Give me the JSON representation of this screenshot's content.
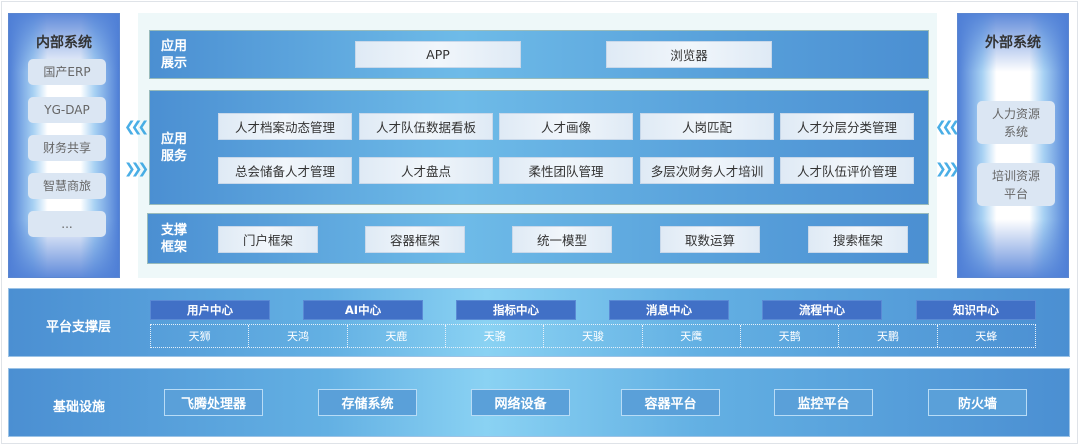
{
  "internal": {
    "title": "内部系统",
    "items": [
      "国产ERP",
      "YG-DAP",
      "财务共享",
      "智慧商旅",
      "..."
    ]
  },
  "external": {
    "title": "外部系统",
    "items": [
      "人力资源系统",
      "培训资源平台"
    ]
  },
  "app_display": {
    "label": "应用展示",
    "items": [
      "APP",
      "浏览器"
    ]
  },
  "app_service": {
    "label": "应用服务",
    "items": [
      "人才档案动态管理",
      "人才队伍数据看板",
      "人才画像",
      "人岗匹配",
      "人才分层分类管理",
      "总会储备人才管理",
      "人才盘点",
      "柔性团队管理",
      "多层次财务人才培训",
      "人才队伍评价管理"
    ]
  },
  "support_framework": {
    "label": "支撑框架",
    "items": [
      "门户框架",
      "容器框架",
      "统一模型",
      "取数运算",
      "搜索框架"
    ]
  },
  "platform": {
    "label": "平台支撑层",
    "centers": [
      "用户中心",
      "AI中心",
      "指标中心",
      "消息中心",
      "流程中心",
      "知识中心"
    ],
    "engines": [
      "天狮",
      "天鸿",
      "天鹿",
      "天骆",
      "天骏",
      "天鹰",
      "天鹊",
      "天鹏",
      "天蜂"
    ]
  },
  "infrastructure": {
    "label": "基础设施",
    "items": [
      "飞腾处理器",
      "存储系统",
      "网络设备",
      "容器平台",
      "监控平台",
      "防火墙"
    ]
  },
  "arrows": {
    "left_in": "《",
    "left_out": "》"
  },
  "colors": {
    "band": "#4b8fd2",
    "center_box": "#4170c6",
    "arrow": "#1e9be0"
  }
}
